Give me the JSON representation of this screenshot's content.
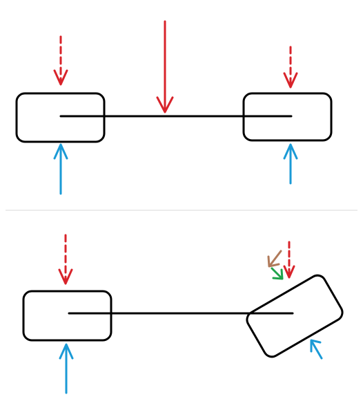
{
  "colors": {
    "background": "#ffffff",
    "outline": "#000000",
    "load_arrow": "#d8232a",
    "reaction_arrow": "#1a9ad6",
    "component_arrow_brown": "#b07a5a",
    "component_arrow_green": "#1fa34a",
    "separator": "#d9d9d9"
  },
  "diagram": {
    "panels": [
      {
        "name": "level-beam",
        "elements": [
          "left-block",
          "right-block",
          "connecting-rod",
          "center-load-arrow",
          "left-dashed-load-arrow",
          "right-dashed-load-arrow",
          "left-reaction-arrow",
          "right-reaction-arrow"
        ]
      },
      {
        "name": "tilted-block",
        "elements": [
          "left-block",
          "tilted-right-block",
          "connecting-rod",
          "left-dashed-load-arrow",
          "right-dashed-load-arrow",
          "brown-component-arrow",
          "green-component-arrow",
          "left-reaction-arrow",
          "normal-reaction-arrow"
        ]
      }
    ]
  }
}
